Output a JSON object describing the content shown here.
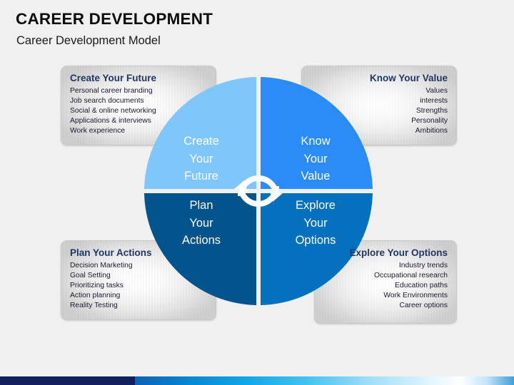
{
  "header": {
    "title": "CAREER DEVELOPMENT",
    "subtitle": "Career Development Model"
  },
  "cards": [
    {
      "id": "create-your-future",
      "title": "Create Your Future",
      "items": [
        "Personal career branding",
        "Job search documents",
        "Social & online networking",
        "Applications & interviews",
        "Work experience"
      ]
    },
    {
      "id": "know-your-value",
      "title": "Know Your Value",
      "items": [
        "Values",
        "interests",
        "Strengths",
        "Personality",
        "Ambitions"
      ]
    },
    {
      "id": "plan-your-actions",
      "title": "Plan Your Actions",
      "items": [
        "Decision Marketing",
        "Goal Setting",
        "Prioritizing tasks",
        "Action planning",
        "Reality Testing"
      ]
    },
    {
      "id": "explore-your-options",
      "title": "Explore Your Options",
      "items": [
        "Industry trends",
        "Occupational research",
        "Education paths",
        "Work Environments",
        "Career options"
      ]
    }
  ],
  "wheel": {
    "center_icon": "circular-arrows-icon",
    "quadrants": [
      {
        "id": "create-your-future",
        "label": "Create\nYour\nFuture",
        "line1": "Create",
        "line2": "Your",
        "line3": "Future",
        "color": "#7fc6fa"
      },
      {
        "id": "know-your-value",
        "label": "Know\nYour\nValue",
        "line1": "Know",
        "line2": "Your",
        "line3": "Value",
        "color": "#2b8cf7"
      },
      {
        "id": "plan-your-actions",
        "label": "Plan\nYour\nActions",
        "line1": "Plan",
        "line2": "Your",
        "line3": "Actions",
        "color": "#03538d"
      },
      {
        "id": "explore-your-options",
        "label": "Explore\nYour\nOptions",
        "line1": "Explore",
        "line2": "Your",
        "line3": "Options",
        "color": "#0571be"
      }
    ]
  },
  "colors": {
    "background": "#f0f0f0",
    "card_title": "#1f3864",
    "bottom_bar_navy": "#13205e",
    "bottom_bar_cyan": "#12a8e8"
  }
}
